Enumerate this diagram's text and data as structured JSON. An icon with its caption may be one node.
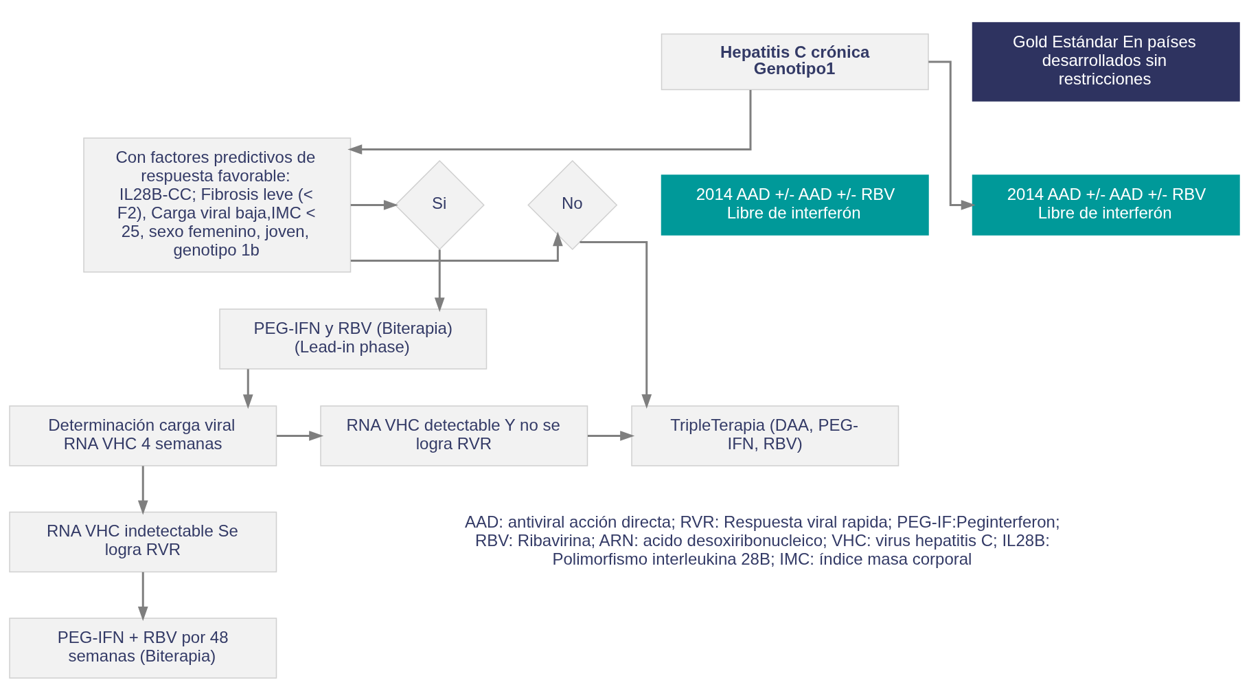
{
  "diagram": {
    "nodes": [
      {
        "text": [
          "Hepatitis C crónica Genotipo1"
        ]
      },
      {
        "text": [
          "Gold Estándar En países desarrollados sin restricciones"
        ]
      },
      {
        "text": [
          "2014 AAD +/- AAD +/- RBV Libre de interferón"
        ]
      },
      {
        "text": [
          "Con factores predictivos de respuesta favorable: IL28B-CC; Fibrosis leve (< F2), Carga viral baja,IMC < 25, sexo femenino, joven, genotipo 1b"
        ]
      },
      {
        "text": [
          "2014 AAD +/- AAD +/- RBV Libre de interferón"
        ]
      },
      {
        "text": [
          "Si"
        ]
      },
      {
        "text": [
          "No"
        ]
      },
      {
        "text": [
          "PEG-IFN y RBV (Biterapia) (Lead-in phase)"
        ]
      },
      {
        "text": [
          "Determinación carga viral RNA VHC 4 semanas"
        ]
      },
      {
        "text": [
          "RNA VHC detectable Y no se logra RVR"
        ]
      },
      {
        "text": [
          "TripleTerapia (DAA, PEG-IFN, RBV)"
        ]
      },
      {
        "text": [
          "RNA VHC indetectable Se logra RVR"
        ]
      },
      {
        "text": [
          "PEG-IFN + RBV por 48 semanas (Biterapia)"
        ]
      }
    ],
    "edges": [
      {
        "from": 0,
        "to": 3,
        "arrow": "to"
      },
      {
        "from": 0,
        "to": 4,
        "arrow": "to"
      },
      {
        "from": 3,
        "to": 5,
        "arrow": "to"
      },
      {
        "from": 5,
        "to": 7,
        "arrow": "to"
      },
      {
        "from": 3,
        "to": 6,
        "arrow": "to"
      },
      {
        "from": 6,
        "to": 10,
        "arrow": "to"
      },
      {
        "from": 7,
        "to": 8,
        "arrow": "to"
      },
      {
        "from": 8,
        "to": 9,
        "arrow": "to"
      },
      {
        "from": 9,
        "to": 10,
        "arrow": "to"
      },
      {
        "from": 8,
        "to": 11,
        "arrow": "to"
      },
      {
        "from": 11,
        "to": 12,
        "arrow": "to"
      }
    ],
    "labels": [
      "AAD: antiviral acción directa; RVR: Respuesta viral rapida; PEG-IF:Peginterferon; RBV: Ribavirina; ARN: acido desoxiribonucleico; VHC: virus hepatitis C; IL28B: Polimorfismo interleukina 28B; IMC: índice masa corporal"
    ]
  }
}
